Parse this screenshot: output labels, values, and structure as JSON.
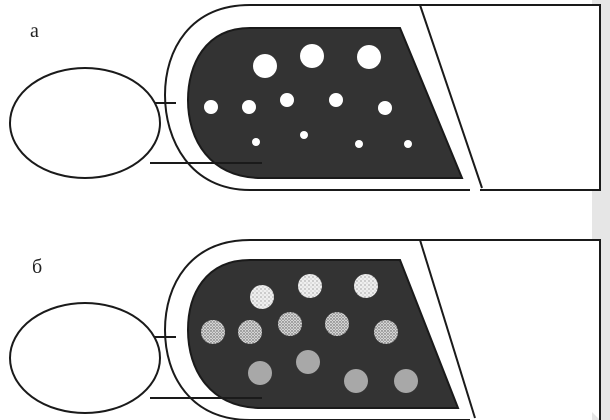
{
  "panels": [
    {
      "label": "а",
      "particle_style": "empty-white"
    },
    {
      "label": "б",
      "particle_style": "filled-textured"
    }
  ],
  "colors": {
    "background": "#ffffff",
    "background_shading": "#d9d9d9",
    "outline": "#1a1a1a",
    "dark_fill": "#333333",
    "particle_empty": "#ffffff",
    "particle_light_stipple": "#e6e6e6",
    "particle_mid_stipple": "#c8c8c8",
    "particle_dark": "#a8a8a8"
  }
}
